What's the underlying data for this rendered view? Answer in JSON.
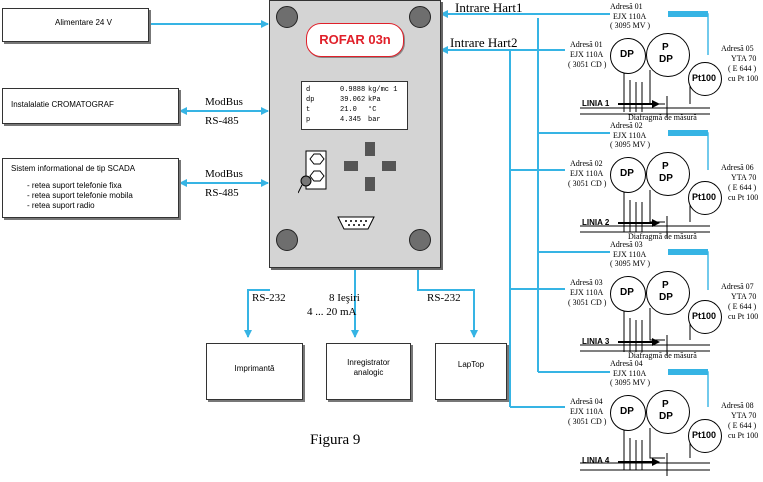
{
  "left_boxes": {
    "supply": "Alimentare   24 V",
    "chromatograph": "Instalalatie CROMATOGRAF",
    "scada_title": "Sistem informational de tip SCADA",
    "scada_items": [
      "- retea suport telefonie fixa",
      "- retea suport telefonie mobila",
      "- retea suport radio"
    ]
  },
  "links": {
    "modbus1": "ModBus",
    "rs485_1": "RS-485",
    "modbus2": "ModBus",
    "rs485_2": "RS-485",
    "hart1": "Intrare Hart1",
    "hart2": "Intrare Hart2",
    "rs232_left": "RS-232",
    "outputs": "8 Ieşiri",
    "current": "4 ... 20 mA",
    "rs232_right": "RS-232"
  },
  "device": {
    "brand": "ROFAR  03n",
    "display_rows": [
      {
        "sym": "d",
        "val": "0.9888",
        "unit": "kg/mc  1"
      },
      {
        "sym": "dp",
        "val": "39.062",
        "unit": "kPa"
      },
      {
        "sym": "t",
        "val": "21.0",
        "unit": "°C"
      },
      {
        "sym": "p",
        "val": "4.345",
        "unit": "bar"
      }
    ]
  },
  "bottom_boxes": {
    "printer": "Imprimantă",
    "recorder": "Inregistrator analogic",
    "laptop": "LapTop"
  },
  "caption": "Figura  9",
  "lines": [
    {
      "addr_top": "Adresă 01",
      "ejx_top": "EJX 110A",
      "mv": "( 3095 MV )",
      "addr_left": "Adresă 01",
      "ejx_left": "EJX 110A",
      "cd": "( 3051 CD )",
      "addr_right": "Adresă 05",
      "yta": "YTA 70",
      "e644": "( E 644 )",
      "pt": "cu Pt 100",
      "line": "LINIA  1",
      "diaf": "Diafragmă de măsură"
    },
    {
      "addr_top": "Adresă 02",
      "ejx_top": "EJX 110A",
      "mv": "( 3095 MV )",
      "addr_left": "Adresă 02",
      "ejx_left": "EJX 110A",
      "cd": "( 3051 CD )",
      "addr_right": "Adresă 06",
      "yta": "YTA 70",
      "e644": "( E 644 )",
      "pt": "cu Pt 100",
      "line": "LINIA  2",
      "diaf": "Diafragmă de măsură"
    },
    {
      "addr_top": "Adresă 03",
      "ejx_top": "EJX 110A",
      "mv": "( 3095 MV )",
      "addr_left": "Adresă 03",
      "ejx_left": "EJX 110A",
      "cd": "( 3051 CD )",
      "addr_right": "Adresă 07",
      "yta": "YTA 70",
      "e644": "( E 644 )",
      "pt": "cu Pt 100",
      "line": "LINIA  3",
      "diaf": "Diafragmă de măsură"
    },
    {
      "addr_top": "Adresă 04",
      "ejx_top": "EJX 110A",
      "mv": "( 3095 MV )",
      "addr_left": "Adresă 04",
      "ejx_left": "EJX 110A",
      "cd": "( 3051 CD )",
      "addr_right": "Adresă 08",
      "yta": "YTA 70",
      "e644": "( E 644 )",
      "pt": "cu Pt 100",
      "line": "LINIA  4",
      "diaf": ""
    }
  ],
  "symbols": {
    "dp": "DP",
    "p": "P",
    "pdp": "DP",
    "pt100": "Pt100"
  },
  "colors": {
    "link": "#36b4e4",
    "brand": "#e0202a",
    "device": "#d4d4d4"
  }
}
